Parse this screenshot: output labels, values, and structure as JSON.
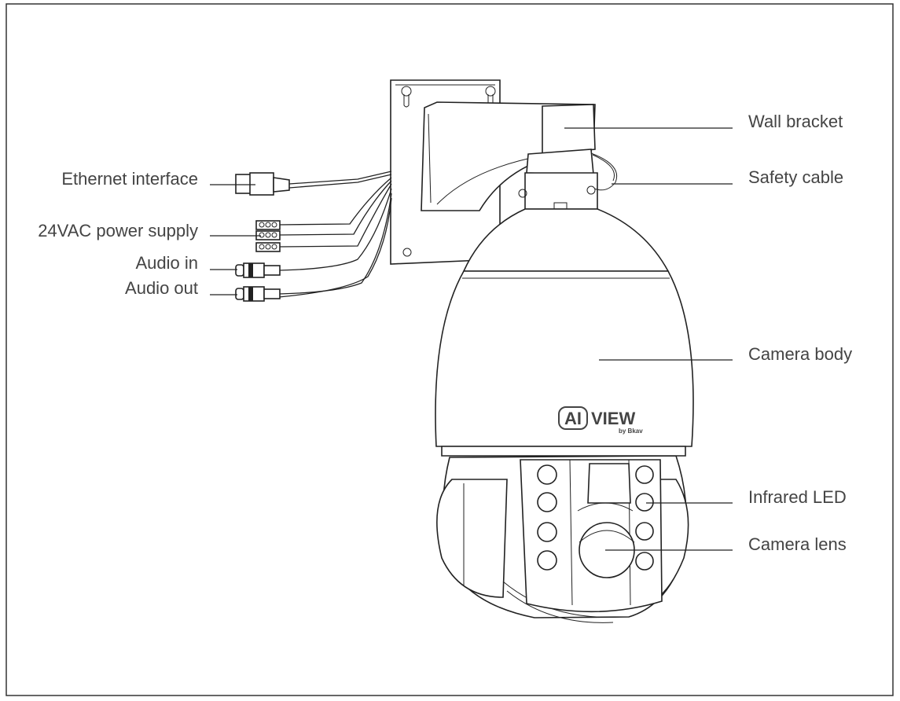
{
  "labels": {
    "ethernet": "Ethernet interface",
    "power": "24VAC power supply",
    "audio_in": "Audio in",
    "audio_out": "Audio out",
    "wall_bracket": "Wall bracket",
    "safety_cable": "Safety cable",
    "camera_body": "Camera body",
    "infrared_led": "Infrared LED",
    "camera_lens": "Camera lens"
  },
  "brand": {
    "ai": "AI",
    "view": "VIEW",
    "by": "by Bkav"
  }
}
